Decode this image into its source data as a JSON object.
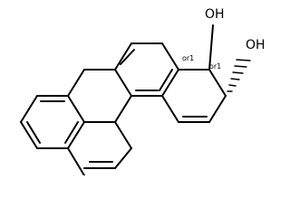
{
  "structure": {
    "hydroxyl_labels": [
      "OH",
      "OH"
    ],
    "stereo_labels": [
      "or1",
      "or1"
    ]
  }
}
